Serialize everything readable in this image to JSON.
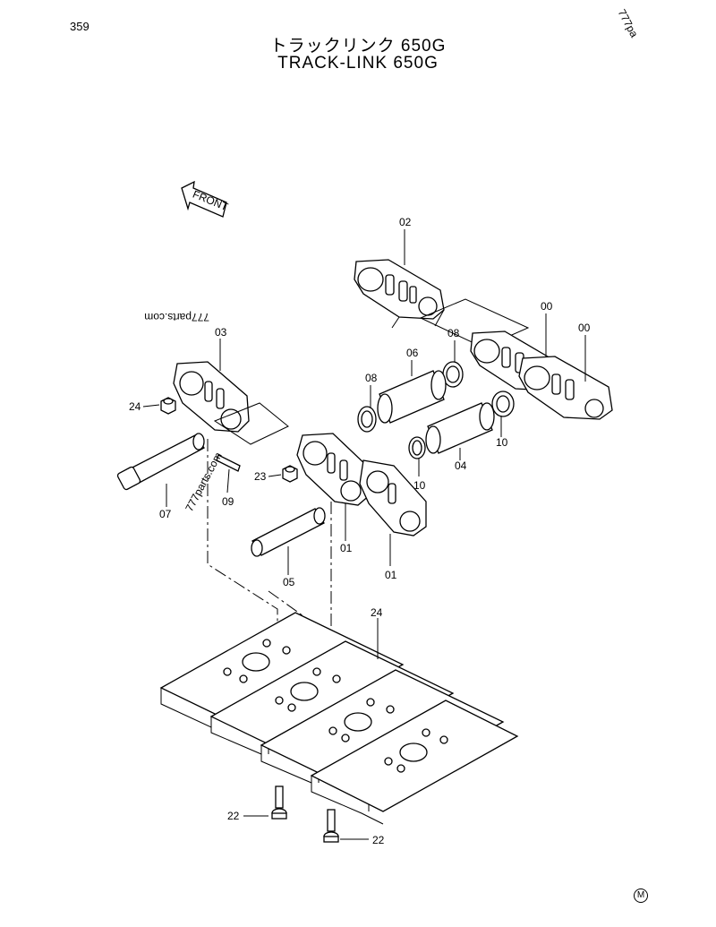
{
  "header": {
    "page_number": "359",
    "title_jp": "トラックリンク 650G",
    "title_en": "TRACK-LINK 650G",
    "corner_text": "777pa"
  },
  "diagram": {
    "front_label": "FRONT",
    "watermarks": [
      "777parts.com",
      "777parts.com"
    ],
    "labels": {
      "p02": "02",
      "p00a": "00",
      "p00b": "00",
      "p03": "03",
      "p08a": "08",
      "p06": "06",
      "p08b": "08",
      "p24a": "24",
      "p10a": "10",
      "p23": "23",
      "p10b": "10",
      "p04": "04",
      "p07": "07",
      "p09": "09",
      "p01a": "01",
      "p05": "05",
      "p01b": "01",
      "p24b": "24",
      "p22a": "22",
      "p22b": "22"
    }
  },
  "footer": {
    "mark": "M"
  }
}
